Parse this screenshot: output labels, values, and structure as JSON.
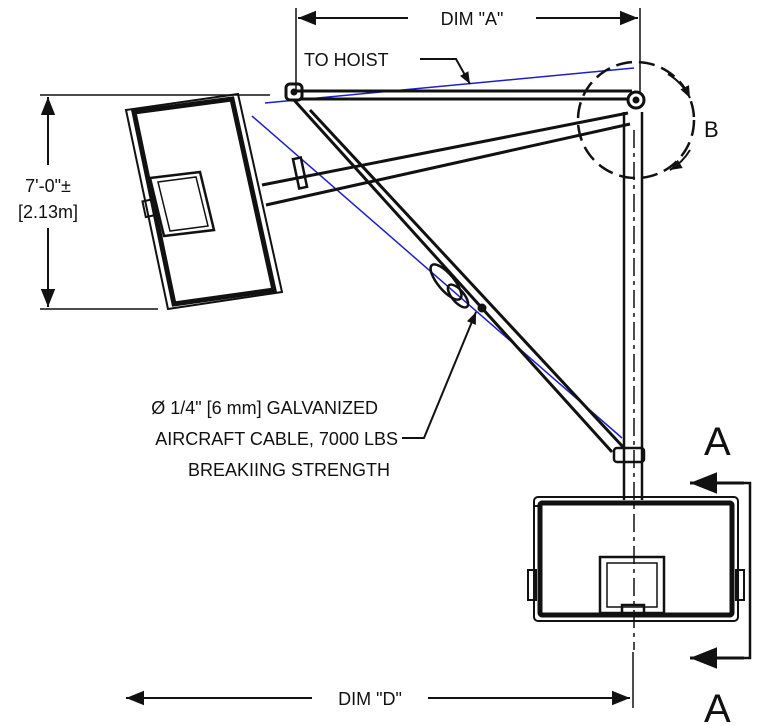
{
  "labels": {
    "dim_a": "DIM \"A\"",
    "dim_d": "DIM \"D\"",
    "to_hoist": "TO HOIST",
    "height": "7'-0\"±",
    "height_metric": "[2.13m]",
    "detail": "B",
    "section_top": "A",
    "section_bottom": "A",
    "cable_line1": "Ø 1/4\" [6 mm] GALVANIZED",
    "cable_line2": "AIRCRAFT CABLE, 7000 LBS",
    "cable_line3": "BREAKIING STRENGTH"
  },
  "colors": {
    "line": "#111111",
    "cable": "#1f1fc8"
  }
}
